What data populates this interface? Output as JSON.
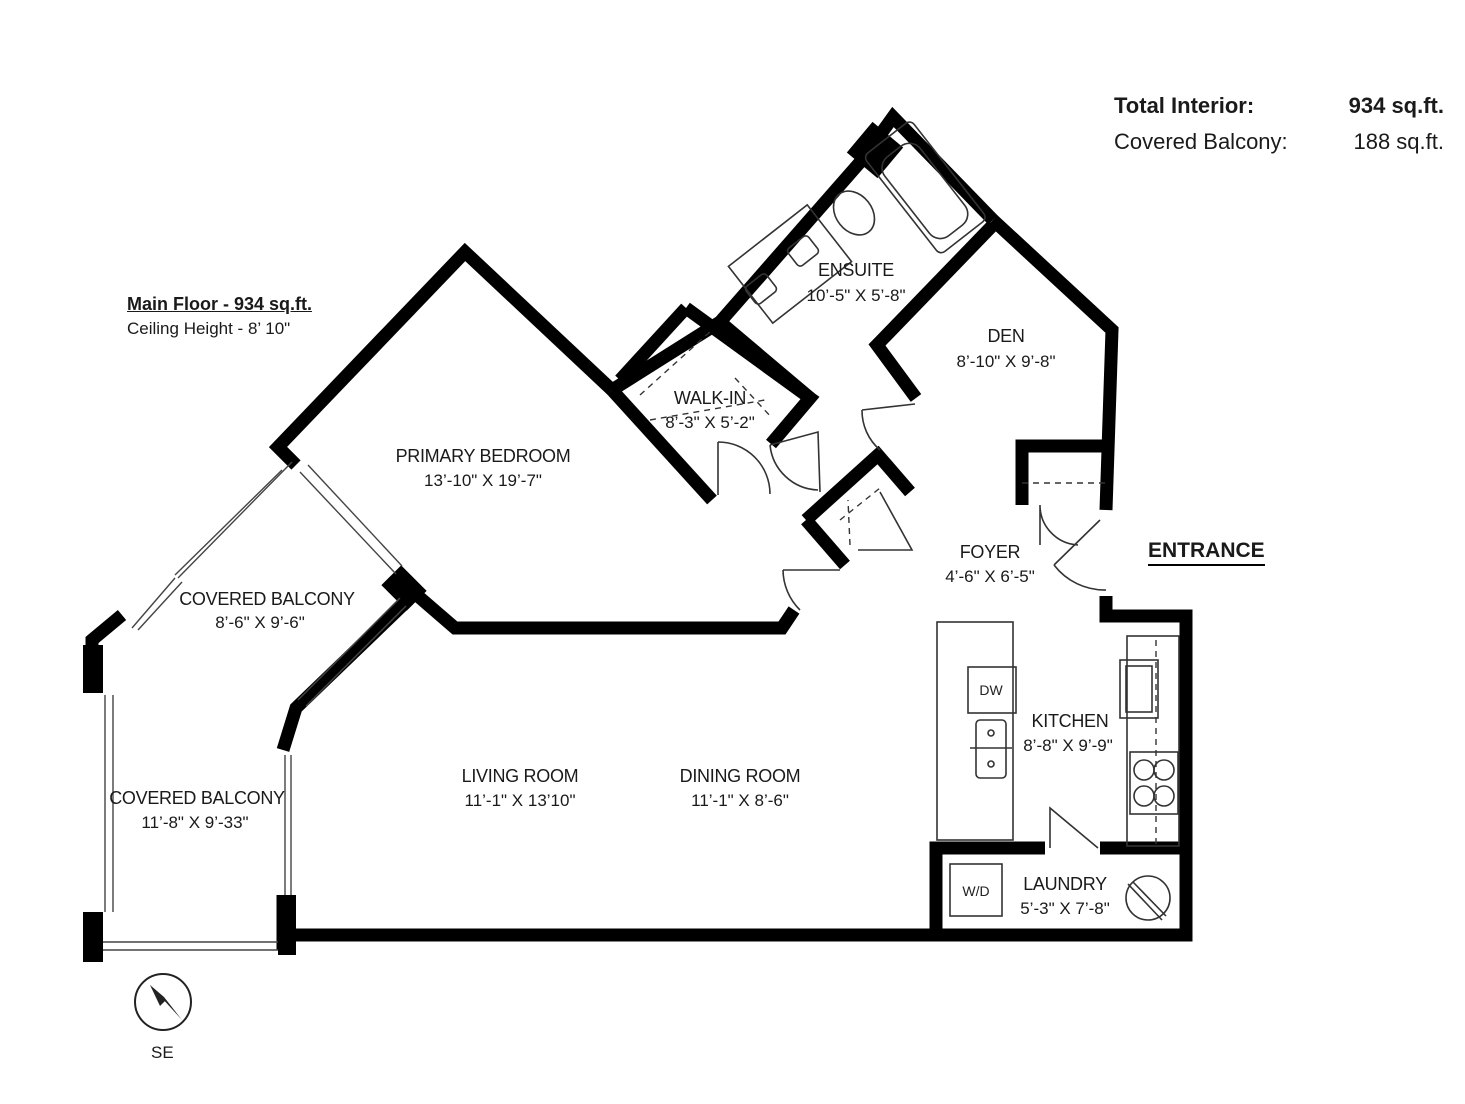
{
  "summary": {
    "total_label": "Total Interior:",
    "total_value": "934 sq.ft.",
    "balcony_label": "Covered Balcony:",
    "balcony_value": "188 sq.ft."
  },
  "floor": {
    "title": "Main Floor - 934 sq.ft.",
    "ceiling": "Ceiling Height - 8’ 10\""
  },
  "entrance_label": "ENTRANCE",
  "compass_label": "SE",
  "rooms": {
    "ensuite": {
      "name": "ENSUITE",
      "dims": "10’-5\" X 5’-8\""
    },
    "den": {
      "name": "DEN",
      "dims": "8’-10\" X 9’-8\""
    },
    "walkin": {
      "name": "WALK-IN",
      "dims": "8’-3\" X 5’-2\""
    },
    "primary_bedroom": {
      "name": "PRIMARY BEDROOM",
      "dims": "13’-10\" X 19’-7\""
    },
    "foyer": {
      "name": "FOYER",
      "dims": "4’-6\" X 6’-5\""
    },
    "balcony_upper": {
      "name": "COVERED BALCONY",
      "dims": "8’-6\" X 9’-6\""
    },
    "balcony_lower": {
      "name": "COVERED BALCONY",
      "dims": "11’-8\" X 9’-33\""
    },
    "kitchen": {
      "name": "KITCHEN",
      "dims": "8’-8\" X 9’-9\""
    },
    "living_room": {
      "name": "LIVING ROOM",
      "dims": "11’-1\" X 13’10\""
    },
    "dining_room": {
      "name": "DINING ROOM",
      "dims": "11’-1\" X 8’-6\""
    },
    "laundry": {
      "name": "LAUNDRY",
      "dims": "5’-3\" X 7’-8\""
    }
  },
  "appliances": {
    "dishwasher": "DW",
    "washer_dryer": "W/D"
  },
  "colors": {
    "wall": "#000000",
    "text": "#1a1a1a",
    "background": "#ffffff"
  }
}
